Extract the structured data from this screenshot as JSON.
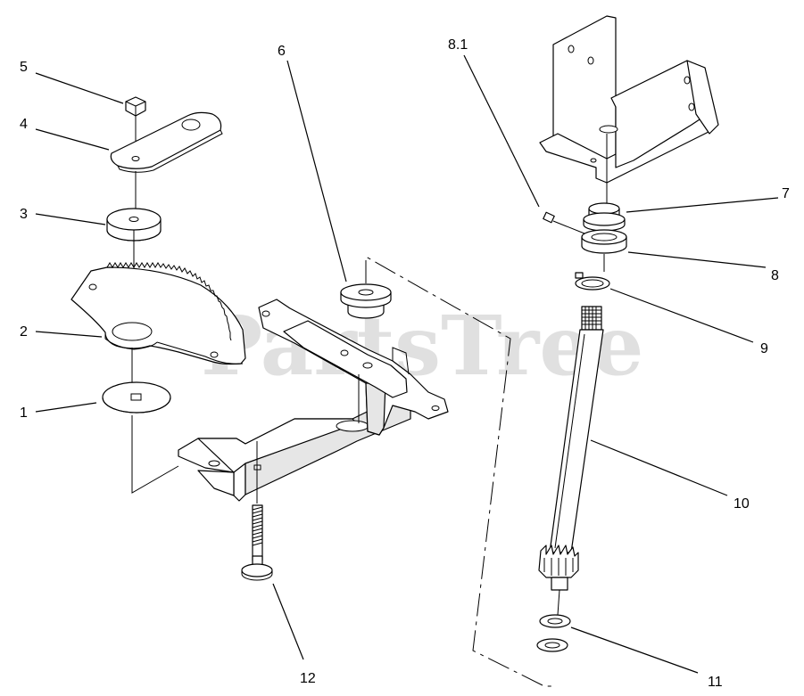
{
  "watermark": "PartsTree",
  "callouts": {
    "c1": "1",
    "c2": "2",
    "c3": "3",
    "c4": "4",
    "c5": "5",
    "c6": "6",
    "c7": "7",
    "c8": "8",
    "c8_1": "8.1",
    "c9": "9",
    "c10": "10",
    "c11": "11",
    "c12": "12"
  }
}
